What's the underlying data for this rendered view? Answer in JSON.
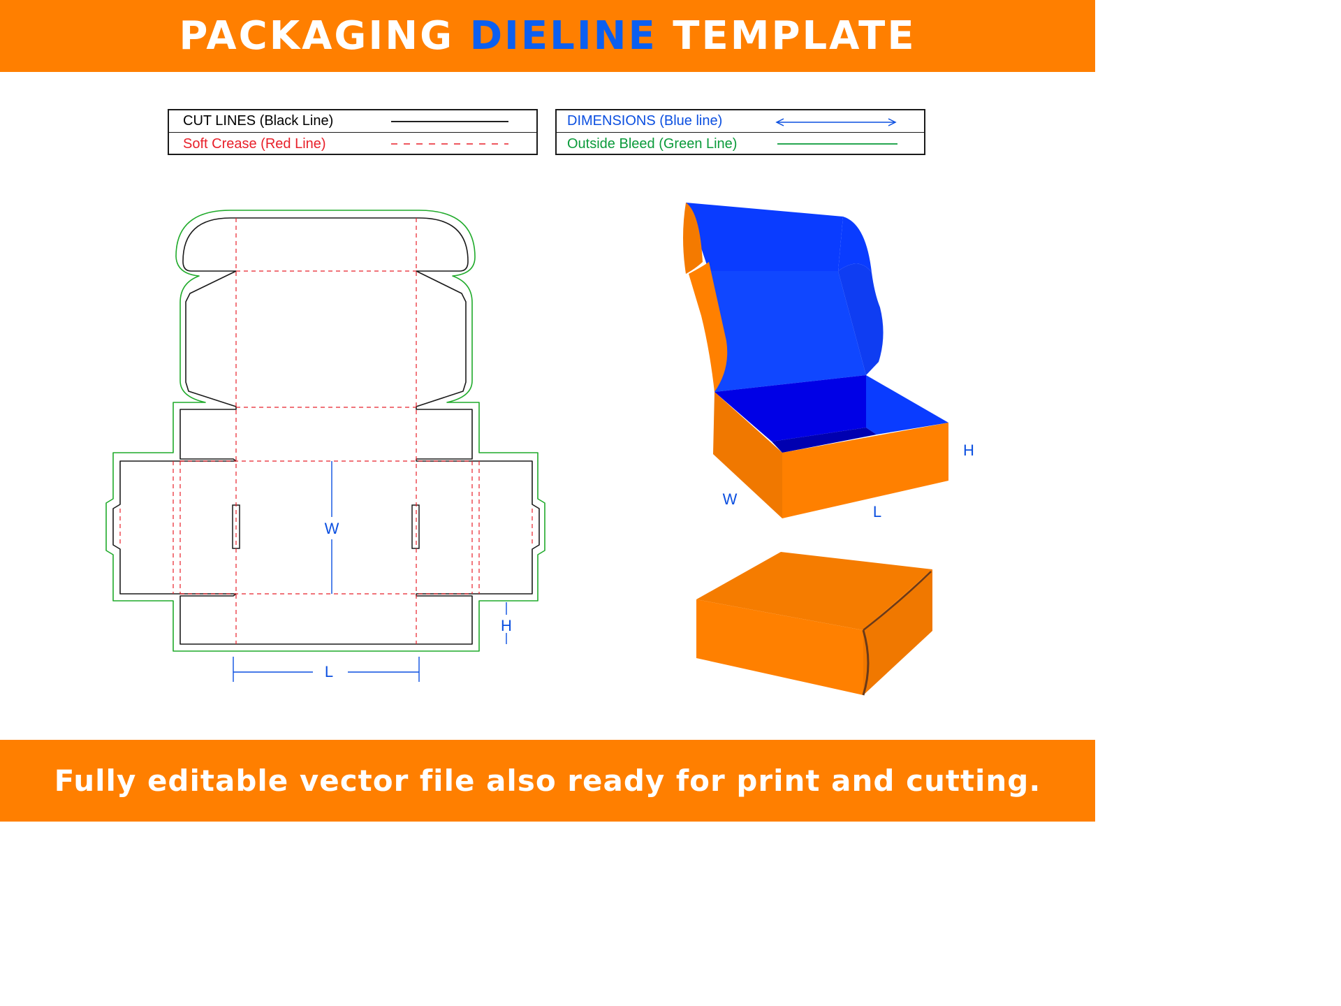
{
  "header": {
    "title_part1": "PACKAGING ",
    "title_accent": "DIELINE",
    "title_part2": " TEMPLATE",
    "background_color": "#ff7f00",
    "accent_color": "#0b5ff0"
  },
  "legend": {
    "left": [
      {
        "label": "CUT LINES (Black Line)",
        "color": "#000000",
        "line_style": "solid"
      },
      {
        "label": "Soft Crease (Red Line)",
        "color": "#e8202a",
        "line_style": "dashed"
      }
    ],
    "right": [
      {
        "label": "DIMENSIONS (Blue line)",
        "color": "#0b4fe0",
        "line_style": "double-arrow"
      },
      {
        "label": "Outside Bleed (Green Line)",
        "color": "#0a9a3a",
        "line_style": "solid"
      }
    ]
  },
  "dieline": {
    "dim_w": "W",
    "dim_h": "H",
    "dim_l": "L",
    "cut_color": "#000000",
    "crease_color": "#e8202a",
    "bleed_color": "#1faa2a",
    "dimension_color": "#0b4fe0"
  },
  "box_open": {
    "dim_w": "W",
    "dim_l": "L",
    "dim_h": "H",
    "outer_color": "#ff8000",
    "inner_color": "#0a3cff"
  },
  "box_closed": {
    "outer_color": "#ff8000"
  },
  "footer": {
    "text": "Fully editable vector file also ready for print and cutting."
  }
}
